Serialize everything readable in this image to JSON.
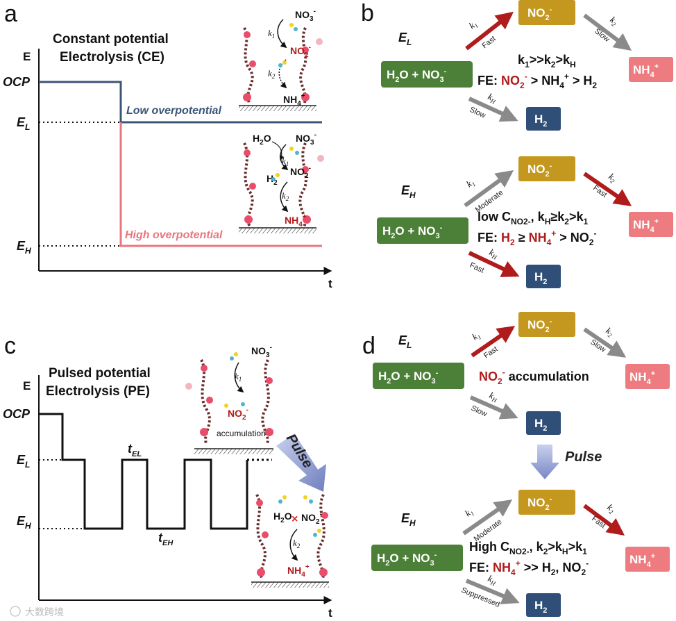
{
  "panels": {
    "a": "a",
    "b": "b",
    "c": "c",
    "d": "d"
  },
  "panel_a": {
    "title_line1": "Constant potential",
    "title_line2": "Electrolysis (CE)",
    "y_axis": "E",
    "x_axis": "t",
    "ocp": "OCP",
    "el": "E",
    "el_sub": "L",
    "eh": "E",
    "eh_sub": "H",
    "low_label": "Low overpotential",
    "high_label": "High overpotential",
    "inset_top": {
      "no3": "NO",
      "no3_sub": "3",
      "no3_sup": "-",
      "no2": "NO",
      "no2_sub": "2",
      "no2_sup": "-",
      "nh4": "NH",
      "nh4_sub": "4",
      "nh4_sup": "+",
      "k1": "k",
      "k1_sub": "1",
      "k2": "k",
      "k2_sub": "2"
    },
    "inset_bottom": {
      "h2o": "H",
      "h2o_sub": "2",
      "h2o_end": "O",
      "h2": "H",
      "h2_sub": "2",
      "no3": "NO",
      "no3_sub": "3",
      "no3_sup": "-",
      "no2": "NO",
      "no2_sub": "2",
      "no2_sup": "-",
      "nh4": "NH",
      "nh4_sub": "4",
      "nh4_sup": "+",
      "k1": "k",
      "k1_sub": "1",
      "k2": "k",
      "k2_sub": "2"
    }
  },
  "panel_b": {
    "el": "E",
    "el_sub": "L",
    "eh": "E",
    "eh_sub": "H",
    "reactant": "H",
    "reactant_sub": "2",
    "reactant_mid": "O + NO",
    "reactant_sub2": "3",
    "reactant_sup": "-",
    "no2_box": "NO",
    "no2_box_sub": "2",
    "no2_box_sup": "-",
    "nh4_box": "NH",
    "nh4_box_sub": "4",
    "nh4_box_sup": "+",
    "h2_box": "H",
    "h2_box_sub": "2",
    "top": {
      "k1": "k",
      "k1_sub": "1",
      "k1_speed": "Fast",
      "k2": "k",
      "k2_sub": "2",
      "k2_speed": "Slow",
      "kh": "k",
      "kh_sub": "H",
      "kh_speed": "Slow",
      "relation": "k",
      "relation_parts": [
        "k",
        "1",
        ">>k",
        "2",
        ">k",
        "H"
      ],
      "fe_prefix": "FE: ",
      "fe_no2": "NO",
      "fe_no2_sub": "2",
      "fe_no2_sup": "-",
      "fe_rest": " > NH",
      "fe_rest_sub": "4",
      "fe_rest_sup": "+",
      "fe_rest2": " > H",
      "fe_rest2_sub": "2"
    },
    "bottom": {
      "k1": "k",
      "k1_sub": "1",
      "k1_speed": "Moderate",
      "k2": "k",
      "k2_sub": "2",
      "k2_speed": "Fast",
      "kh": "k",
      "kh_sub": "H",
      "kh_speed": "Fast",
      "cond_parts": [
        "low C",
        "NO2-",
        ", k",
        "H",
        "≥k",
        "2",
        ">k",
        "1"
      ],
      "fe_prefix": "FE: ",
      "fe_h2": "H",
      "fe_h2_sub": "2",
      "fe_geq": " ≥ ",
      "fe_nh4": "NH",
      "fe_nh4_sub": "4",
      "fe_nh4_sup": "+",
      "fe_rest": " > NO",
      "fe_rest_sub": "2",
      "fe_rest_sup": "-"
    }
  },
  "panel_c": {
    "title_line1": "Pulsed potential",
    "title_line2": "Electrolysis (PE)",
    "y_axis": "E",
    "x_axis": "t",
    "ocp": "OCP",
    "el": "E",
    "el_sub": "L",
    "eh": "E",
    "eh_sub": "H",
    "tel": "t",
    "tel_sub": "EL",
    "teh": "t",
    "teh_sub": "EH",
    "pulse": "Pulse",
    "inset_top": {
      "no3": "NO",
      "no3_sub": "3",
      "no3_sup": "-",
      "no2": "NO",
      "no2_sub": "2",
      "no2_sup": "-",
      "k1": "k",
      "k1_sub": "1",
      "accumulation": "accumulation"
    },
    "inset_bottom": {
      "h2o": "H",
      "h2o_sub": "2",
      "h2o_end": "O",
      "no2": "NO",
      "no2_sub": "2",
      "no2_sup": "-",
      "nh4": "NH",
      "nh4_sub": "4",
      "nh4_sup": "+",
      "k2": "k",
      "k2_sub": "2"
    }
  },
  "panel_d": {
    "el": "E",
    "el_sub": "L",
    "eh": "E",
    "eh_sub": "H",
    "reactant": "H",
    "reactant_sub": "2",
    "reactant_mid": "O + NO",
    "reactant_sub2": "3",
    "reactant_sup": "-",
    "no2_box": "NO",
    "no2_box_sub": "2",
    "no2_box_sup": "-",
    "nh4_box": "NH",
    "nh4_box_sub": "4",
    "nh4_box_sup": "+",
    "h2_box": "H",
    "h2_box_sub": "2",
    "pulse": "Pulse",
    "top": {
      "k1": "k",
      "k1_sub": "1",
      "k1_speed": "Fast",
      "k2": "k",
      "k2_sub": "2",
      "k2_speed": "Slow",
      "kh": "k",
      "kh_sub": "H",
      "kh_speed": "Slow",
      "accum_no2": "NO",
      "accum_no2_sub": "2",
      "accum_no2_sup": "-",
      "accum_text": " accumulation"
    },
    "bottom": {
      "k1": "k",
      "k1_sub": "1",
      "k1_speed": "Moderate",
      "k2": "k",
      "k2_sub": "2",
      "k2_speed": "Fast",
      "kh": "k",
      "kh_sub": "H",
      "kh_speed": "Suppressed",
      "cond_parts": [
        "High C",
        "NO2-",
        ", k",
        "2",
        ">k",
        "H",
        ">k",
        "1"
      ],
      "fe_prefix": "FE: ",
      "fe_nh4": "NH",
      "fe_nh4_sub": "4",
      "fe_nh4_sup": "+",
      "fe_rest": " >> H",
      "fe_rest_sub": "2",
      "fe_rest2": ", NO",
      "fe_rest2_sub": "2",
      "fe_rest2_sup": "-"
    }
  },
  "watermark": "大数跨境",
  "colors": {
    "navy": "#3b5577",
    "pink": "#e8767f",
    "green": "#4c7f37",
    "gold": "#c4971e",
    "salmon": "#ee7b7f",
    "box_navy": "#2f4f78",
    "red_arrow": "#b01b1b",
    "grey_arrow": "#8a8a8a",
    "dark_red": "#b01b1b",
    "pulse_arrow": "#8a96c8"
  }
}
